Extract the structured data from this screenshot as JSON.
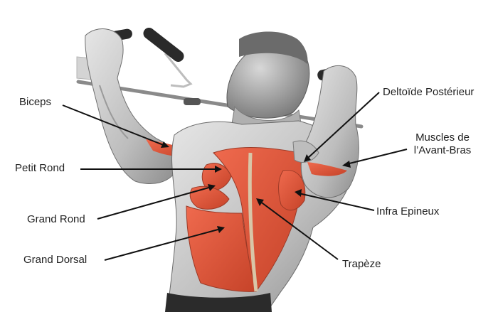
{
  "labels": {
    "biceps": "Biceps",
    "petit_rond": "Petit Rond",
    "grand_rond": "Grand Rond",
    "grand_dorsal": "Grand Dorsal",
    "deltoide": "Deltoïde Postérieur",
    "avant_bras_line1": "Muscles de",
    "avant_bras_line2": "l’Avant-Bras",
    "infra_epineux": "Infra Epineux",
    "trapeze": "Trapèze"
  },
  "colors": {
    "highlight_muscle": "#e0533a",
    "highlight_muscle_dark": "#b83a26",
    "body_gray": "#c9c9c9",
    "body_shadow": "#8e8e8e",
    "leader_line": "#111111",
    "label_text": "#222222"
  }
}
